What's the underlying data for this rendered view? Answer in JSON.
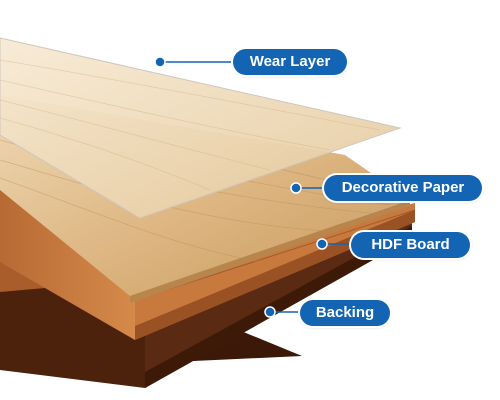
{
  "labels": {
    "wear_layer": "Wear Layer",
    "decorative_paper": "Decorative Paper",
    "hdf_board": "HDF Board",
    "backing": "Backing"
  },
  "colors": {
    "label_fill": "#1464b4",
    "leader_line": "#1464b4",
    "wood_light": "#e9d2ad",
    "wood_mid": "#d7ac72",
    "hdf_board": "#c8793d",
    "backing": "#5a2a12"
  }
}
